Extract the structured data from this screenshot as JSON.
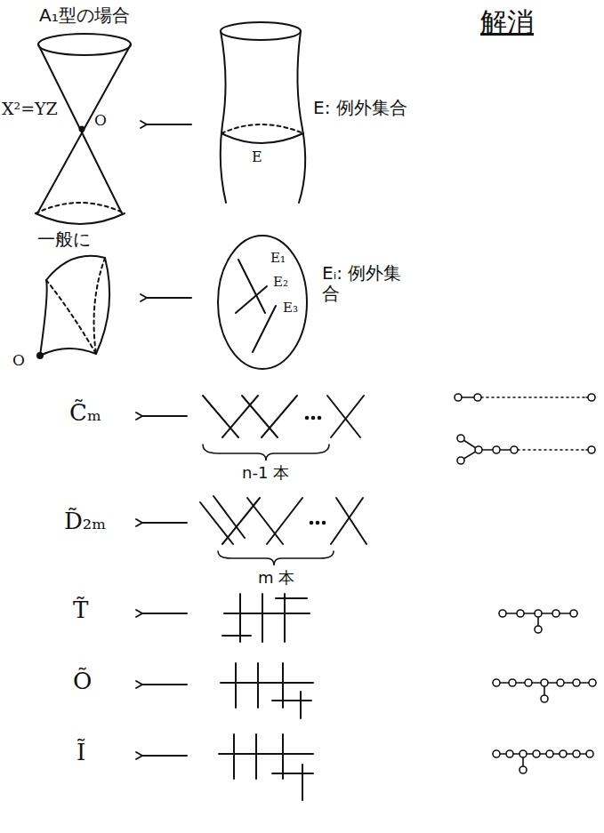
{
  "diagram": {
    "title": "解消",
    "labels": [
      "A₁型の場合",
      "X²=YZ",
      "O",
      "E",
      "E: 例外集合",
      "一般に",
      "O",
      "E₁",
      "E₂",
      "E₃",
      "Eᵢ: 例外集合",
      "C̃ₘ",
      "n-1 本",
      "D̃₂ₘ",
      "m 本",
      "T̃",
      "Õ",
      "Ĩ"
    ]
  }
}
